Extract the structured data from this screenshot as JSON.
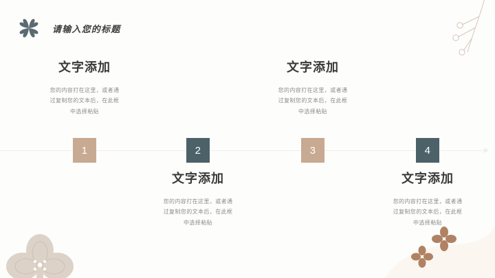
{
  "header": {
    "icon": "four-petal-flower-icon",
    "title": "请输入您的标题"
  },
  "timeline": {
    "steps": [
      {
        "number": "1",
        "color": "#c8a991"
      },
      {
        "number": "2",
        "color": "#4c6168"
      },
      {
        "number": "3",
        "color": "#c8a991"
      },
      {
        "number": "4",
        "color": "#4c6168"
      }
    ]
  },
  "blocks": [
    {
      "heading": "文字添加",
      "line1": "您的内容打在这里，或者通",
      "line2": "过复制您的文本后，在此框",
      "line3": "中选择粘贴"
    },
    {
      "heading": "文字添加",
      "line1": "您的内容打在这里，或者通",
      "line2": "过复制您的文本后，在此框",
      "line3": "中选择粘贴"
    },
    {
      "heading": "文字添加",
      "line1": "您的内容打在这里，或者通",
      "line2": "过复制您的文本后，在此框",
      "line3": "中选择粘贴"
    },
    {
      "heading": "文字添加",
      "line1": "您的内容打在这里，或者通",
      "line2": "过复制您的文本后，在此框",
      "line3": "中选择粘贴"
    }
  ],
  "decorations": {
    "branch": "line-art-branch-icon",
    "bottom_left_flower": "large-pale-flower-icon",
    "bottom_right_curve": "cream-curve-shape",
    "flower_a": "small-brown-flower-icon",
    "flower_b": "small-brown-flower-icon"
  },
  "theme": {
    "background": "#fdfdfc",
    "accent_tan": "#c8a991",
    "accent_slate": "#4c6168",
    "heading_color": "#3a3a3a",
    "body_color": "#8c8c8c",
    "line_color": "#f0eeec"
  }
}
